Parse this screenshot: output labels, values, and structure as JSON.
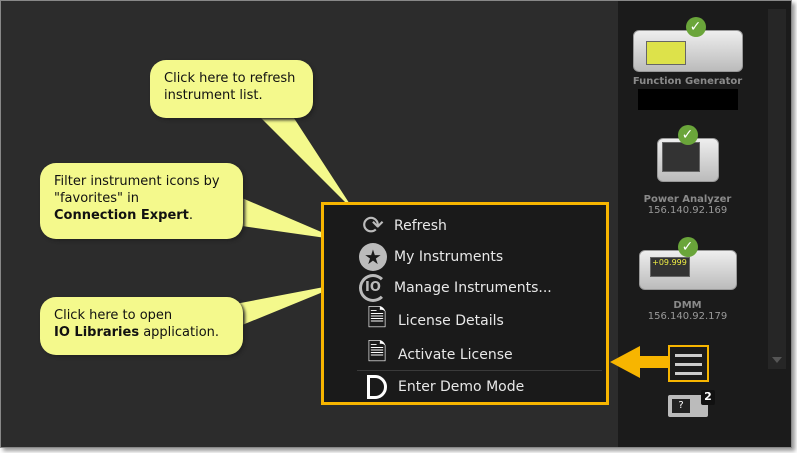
{
  "callouts": {
    "refresh": "Click here to refresh instrument list.",
    "filter_pre": "Filter instrument icons by \"favorites\" in",
    "filter_bold": "Connection Expert",
    "filter_post": ".",
    "open_pre": "Click here to open",
    "open_bold": "IO Libraries",
    "open_post": " application."
  },
  "menu": {
    "items": [
      {
        "label": "Refresh",
        "icon": "refresh-icon"
      },
      {
        "label": "My Instruments",
        "icon": "star-icon"
      },
      {
        "label": "Manage Instruments...",
        "icon": "io-icon"
      },
      {
        "label": "License Details",
        "icon": "document-info-icon"
      },
      {
        "label": "Activate License",
        "icon": "document-lock-icon"
      },
      {
        "label": "Enter Demo Mode",
        "icon": "demo-d-icon"
      }
    ]
  },
  "instruments": [
    {
      "name": "Function Generator",
      "ip": ""
    },
    {
      "name": "Power Analyzer",
      "ip": "156.140.92.169"
    },
    {
      "name": "DMM",
      "ip": "156.140.92.179"
    }
  ],
  "unknown_badge": "2",
  "unknown_glyph": "?",
  "colors": {
    "accent": "#f7b500",
    "callout": "#f4f98c",
    "check": "#6aa53a"
  }
}
